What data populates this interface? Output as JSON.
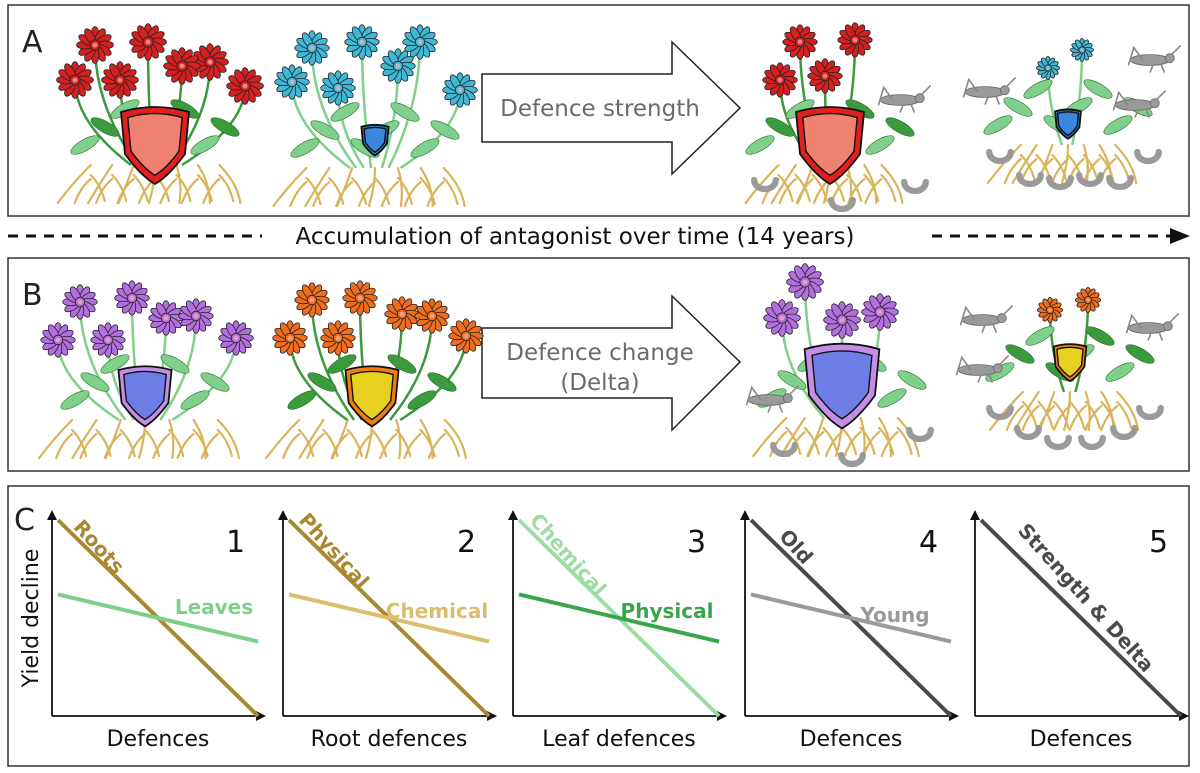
{
  "panels": {
    "a": {
      "letter": "A",
      "arrow_label": "Defence strength"
    },
    "b": {
      "letter": "B",
      "arrow_label_line1": "Defence change",
      "arrow_label_line2": "(Delta)"
    },
    "c": {
      "letter": "C"
    }
  },
  "timeline": {
    "label": "Accumulation of antagonist over time (14 years)"
  },
  "colors": {
    "red_flower": "#d42020",
    "cyan_flower": "#3fb8d8",
    "purple_flower": "#b36ee0",
    "orange_flower": "#ef6d1c",
    "dark_leaf": "#3a9a3c",
    "light_leaf": "#7ed08a",
    "root": "#d9b45a",
    "red_shield": "#e0201e",
    "blue_shield": "#3a86e0",
    "purple_shield": "#c48ee6",
    "orange_shield": "#f07d10",
    "roots_line": "#a88932",
    "leaves_line": "#7dcf8a",
    "physical_root_line": "#a88932",
    "chemical_root_line": "#dcbd6e",
    "chemical_leaf_line": "#9edca3",
    "physical_leaf_line": "#3aa64a",
    "old_line": "#4a4a4a",
    "young_line": "#9a9a9a"
  },
  "chart_data": [
    {
      "type": "line",
      "number": "1",
      "xlabel": "Defences",
      "ylabel": "Yield decline",
      "series": [
        {
          "name": "Roots",
          "x": [
            0,
            1
          ],
          "y": [
            1,
            0
          ]
        },
        {
          "name": "Leaves",
          "x": [
            0,
            1
          ],
          "y": [
            0.62,
            0.38
          ]
        }
      ]
    },
    {
      "type": "line",
      "number": "2",
      "xlabel": "Root defences",
      "ylabel": "",
      "series": [
        {
          "name": "Physical",
          "x": [
            0,
            1
          ],
          "y": [
            1,
            0
          ]
        },
        {
          "name": "Chemical",
          "x": [
            0,
            1
          ],
          "y": [
            0.62,
            0.38
          ]
        }
      ]
    },
    {
      "type": "line",
      "number": "3",
      "xlabel": "Leaf defences",
      "ylabel": "",
      "series": [
        {
          "name": "Chemical",
          "x": [
            0,
            1
          ],
          "y": [
            1,
            0
          ]
        },
        {
          "name": "Physical",
          "x": [
            0,
            1
          ],
          "y": [
            0.62,
            0.38
          ]
        }
      ]
    },
    {
      "type": "line",
      "number": "4",
      "xlabel": "Defences",
      "ylabel": "",
      "series": [
        {
          "name": "Old",
          "x": [
            0,
            1
          ],
          "y": [
            1,
            0
          ]
        },
        {
          "name": "Young",
          "x": [
            0,
            1
          ],
          "y": [
            0.62,
            0.38
          ]
        }
      ]
    },
    {
      "type": "line",
      "number": "5",
      "xlabel": "Defences",
      "ylabel": "",
      "series": [
        {
          "name": "Strength & Delta",
          "x": [
            0,
            1
          ],
          "y": [
            1,
            0
          ]
        }
      ]
    }
  ]
}
